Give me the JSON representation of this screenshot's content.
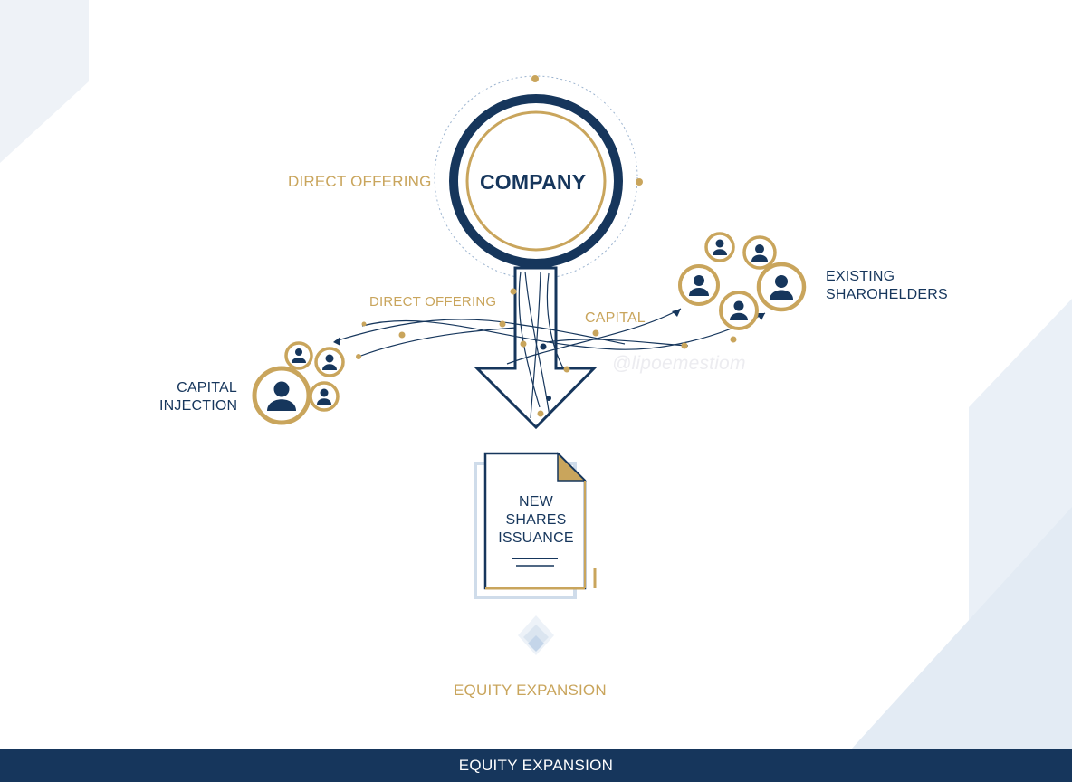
{
  "nodes": {
    "company": "COMPANY",
    "direct_offering_top": "DIRECT OFFERING",
    "direct_offering_mid": "DIRECT OFFERING",
    "capital": "CAPITAL",
    "existing_line1": "EXISTING",
    "existing_line2": "SHAROHELDERS",
    "injection_line1": "CAPITAL",
    "injection_line2": "INJECTION",
    "document_line1": "NEW",
    "document_line2": "SHARES",
    "document_line3": "ISSUANCE",
    "equity_expansion": "EQUITY EXPANSION"
  },
  "watermark": "@lipoemestiom",
  "footer": "EQUITY EXPANSION",
  "colors": {
    "navy": "#16365c",
    "gold": "#c9a55c",
    "light_blue": "#cfdcea"
  },
  "icons": [
    "person-icon",
    "document-icon",
    "diamond-icon",
    "arrow-down-icon"
  ]
}
